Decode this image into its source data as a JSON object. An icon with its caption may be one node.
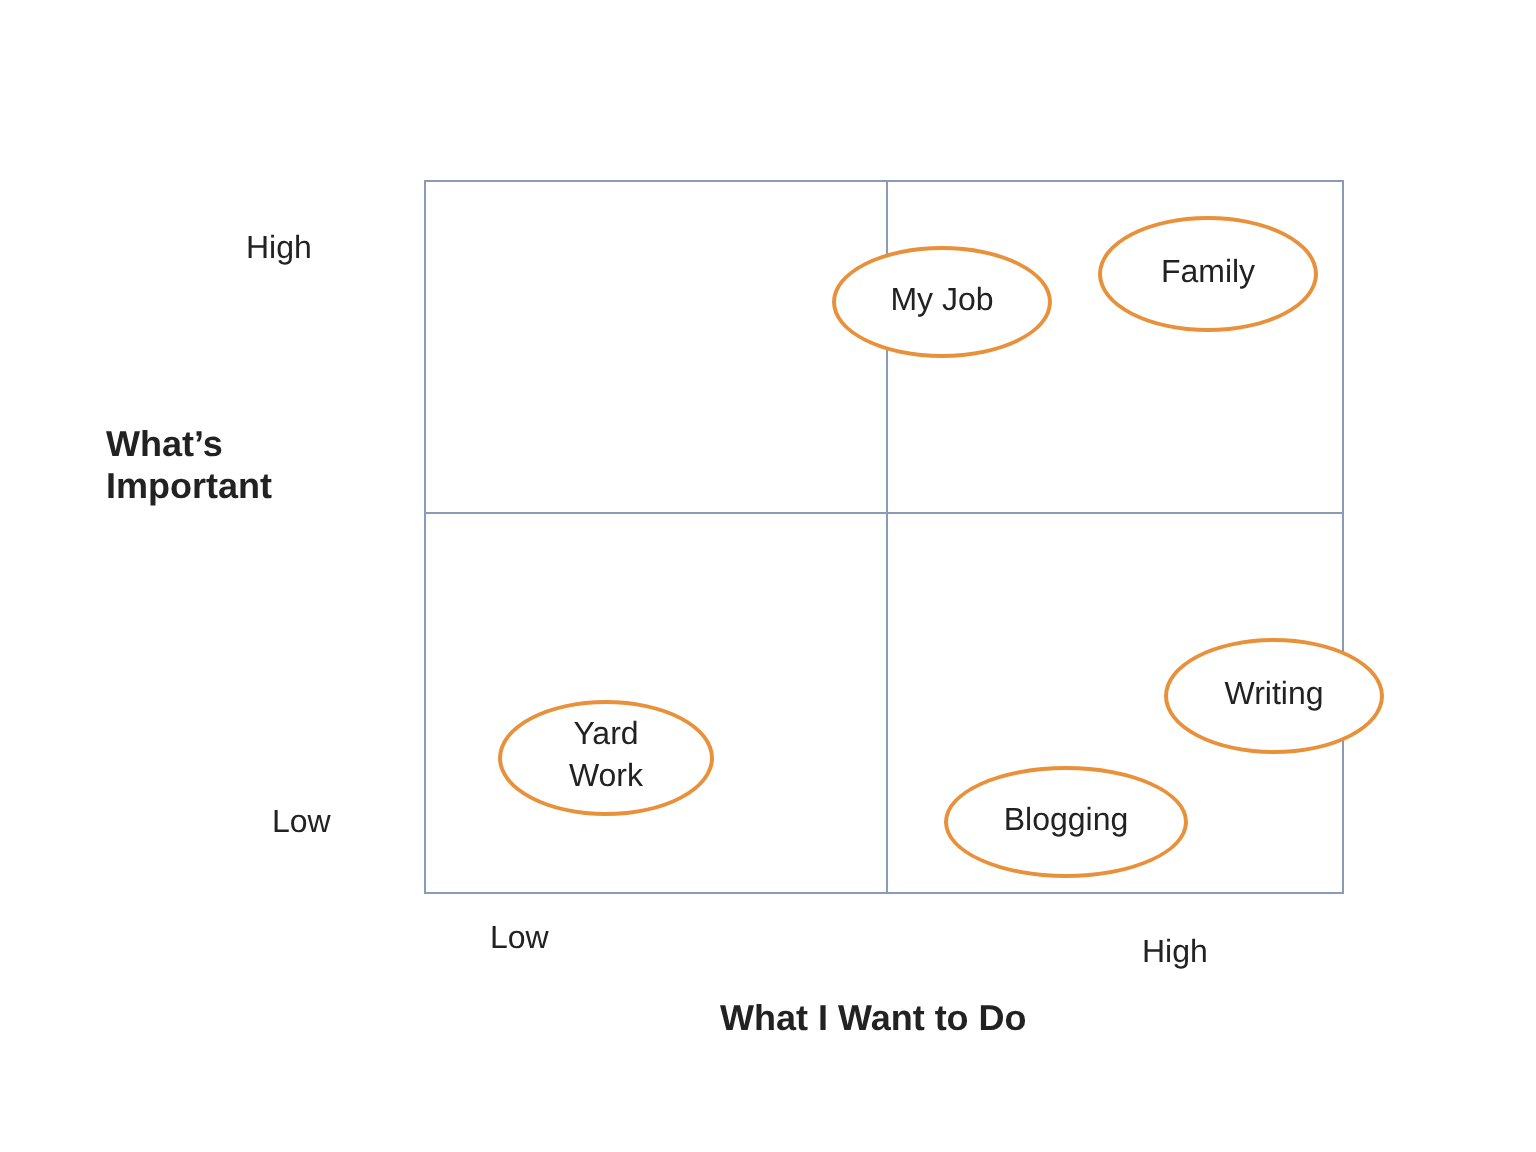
{
  "diagram": {
    "nodes": [
      {
        "text": [],
        "shape": "box"
      },
      {
        "text": [],
        "shape": "box"
      },
      {
        "text": [],
        "shape": "box"
      },
      {
        "text": [],
        "shape": "box"
      },
      {
        "text": [
          "My Job"
        ]
      },
      {
        "text": [
          "Family"
        ],
        "in": 1
      },
      {
        "text": [
          "Yard Work"
        ],
        "in": 2
      },
      {
        "text": [
          "Writing"
        ]
      },
      {
        "text": [
          "Blogging"
        ],
        "in": 3
      }
    ],
    "labels": [
      "High",
      "What’s Important",
      "Low",
      "Low",
      "High",
      "What I Want to Do"
    ]
  }
}
